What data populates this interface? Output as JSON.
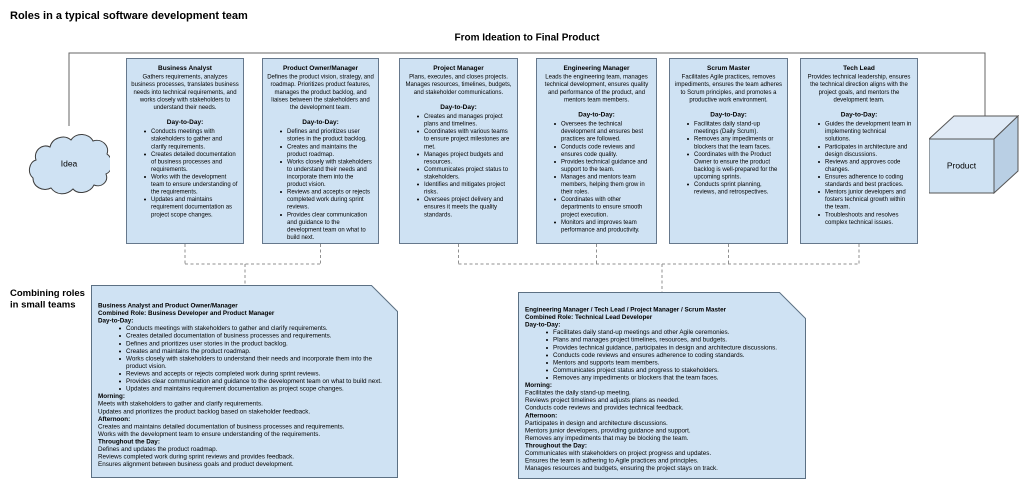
{
  "title": "Roles in a typical software development team",
  "flow_title": "From Ideation to Final Product",
  "idea_label": "Idea",
  "product_label": "Product",
  "side_label": "Combining roles in small teams",
  "day_to_day_label": "Day-to-Day:",
  "colors": {
    "box_fill": "#cfe2f3",
    "box_border": "#66788c",
    "line": "#666666",
    "dashed_line": "#909090",
    "cube_top": "#dfeaf6",
    "cube_side": "#b9cfe4"
  },
  "roles": [
    {
      "title": "Business Analyst",
      "description": "Gathers requirements, analyzes business processes, translates business needs into technical requirements, and works closely with stakeholders to understand their needs.",
      "bullets": [
        "Conducts meetings with stakeholders to gather and clarify requirements.",
        "Creates detailed documentation of business processes and requirements.",
        "Works with the development team to ensure understanding of the requirements.",
        "Updates and maintains requirement documentation as project scope changes."
      ]
    },
    {
      "title": "Product Owner/Manager",
      "description": "Defines the product vision, strategy, and roadmap. Prioritizes product features, manages the product backlog, and liaises between the stakeholders and the development team.",
      "bullets": [
        "Defines and prioritizes user stories in the product backlog.",
        "Creates and maintains the product roadmap.",
        "Works closely with stakeholders to understand their needs and incorporate them into the product vision.",
        "Reviews and accepts or rejects completed work during sprint reviews.",
        "Provides clear communication and guidance to the development team on what to build next."
      ]
    },
    {
      "title": "Project Manager",
      "description": "Plans, executes, and closes projects. Manages resources, timelines, budgets, and stakeholder communications.",
      "bullets": [
        "Creates and manages project plans and timelines.",
        "Coordinates with various teams to ensure project milestones are met.",
        "Manages project budgets and resources.",
        "Communicates project status to stakeholders.",
        "Identifies and mitigates project risks.",
        "Oversees project delivery and ensures it meets the quality standards."
      ]
    },
    {
      "title": "Engineering Manager",
      "description": "Leads the engineering team, manages technical development, ensures quality and performance of the product, and mentors team members.",
      "bullets": [
        "Oversees the technical development and ensures best practices are followed.",
        "Conducts code reviews and ensures code quality.",
        "Provides technical guidance and support to the team.",
        "Manages and mentors team members, helping them grow in their roles.",
        "Coordinates with other departments to ensure smooth project execution.",
        "Monitors and improves team performance and productivity."
      ]
    },
    {
      "title": "Scrum Master",
      "description": "Facilitates Agile practices, removes impediments, ensures the team adheres to Scrum principles, and promotes a productive work environment.",
      "bullets": [
        "Facilitates daily stand-up meetings (Daily Scrum).",
        "Removes any impediments or blockers that the team faces.",
        "Coordinates with the Product Owner to ensure the product backlog is well-prepared for the upcoming sprints.",
        "Conducts sprint planning, reviews, and retrospectives."
      ]
    },
    {
      "title": "Tech Lead",
      "description": "Provides technical leadership, ensures the technical direction aligns with the project goals, and mentors the development team.",
      "bullets": [
        "Guides the development team in implementing technical solutions.",
        "Participates in architecture and design discussions.",
        "Reviews and approves code changes.",
        "Ensures adherence to coding standards and best practices.",
        "Mentors junior developers and fosters technical growth within the team.",
        "Troubleshoots and resolves complex technical issues."
      ]
    }
  ],
  "combined": [
    {
      "roles_line": "Business Analyst and Product Owner/Manager",
      "combined_role_line": "Combined Role: Business Developer and Product Manager",
      "day_label": "Day-to-Day:",
      "bullets": [
        "Conducts meetings with stakeholders to gather and clarify requirements.",
        "Creates detailed documentation of business processes and requirements.",
        "Defines and prioritizes user stories in the product backlog.",
        "Creates and maintains the product roadmap.",
        "Works closely with stakeholders to understand their needs and incorporate them into the product vision.",
        "Reviews and accepts or rejects completed work during sprint reviews.",
        "Provides clear communication and guidance to the development team on what to build next.",
        "Updates and maintains requirement documentation as project scope changes."
      ],
      "sections": [
        {
          "label": "Morning:",
          "lines": [
            "Meets with stakeholders to gather and clarify requirements.",
            "Updates and prioritizes the product backlog based on stakeholder feedback."
          ]
        },
        {
          "label": "Afternoon:",
          "lines": [
            "Creates and maintains detailed documentation of business processes and requirements.",
            "Works with the development team to ensure understanding of the requirements."
          ]
        },
        {
          "label": "Throughout the Day:",
          "lines": [
            "Defines and updates the product roadmap.",
            "Reviews completed work during sprint reviews and provides feedback.",
            "Ensures alignment between business goals and product development."
          ]
        }
      ]
    },
    {
      "roles_line": "Engineering Manager / Tech Lead / Project Manager / Scrum Master",
      "combined_role_line": "Combined Role: Technical Lead Developer",
      "day_label": "Day-to-Day:",
      "bullets": [
        "Facilitates daily stand-up meetings and other Agile ceremonies.",
        "Plans and manages project timelines, resources, and budgets.",
        "Provides technical guidance, participates in design and architecture discussions.",
        "Conducts code reviews and ensures adherence to coding standards.",
        "Mentors and supports team members.",
        "Communicates project status and progress to stakeholders.",
        "Removes any impediments or blockers that the team faces."
      ],
      "sections": [
        {
          "label": "Morning:",
          "lines": [
            "Facilitates the daily stand-up meeting.",
            "Reviews project timelines and adjusts plans as needed.",
            "Conducts code reviews and provides technical feedback."
          ]
        },
        {
          "label": "Afternoon:",
          "lines": [
            "Participates in design and architecture discussions.",
            "Mentors junior developers, providing guidance and support.",
            "Removes any impediments that may be blocking the team."
          ]
        },
        {
          "label": "Throughout the Day:",
          "lines": [
            "Communicates with stakeholders on project progress and updates.",
            "Ensures the team is adhering to Agile practices and principles.",
            "Manages resources and budgets, ensuring the project stays on track."
          ]
        }
      ]
    }
  ]
}
